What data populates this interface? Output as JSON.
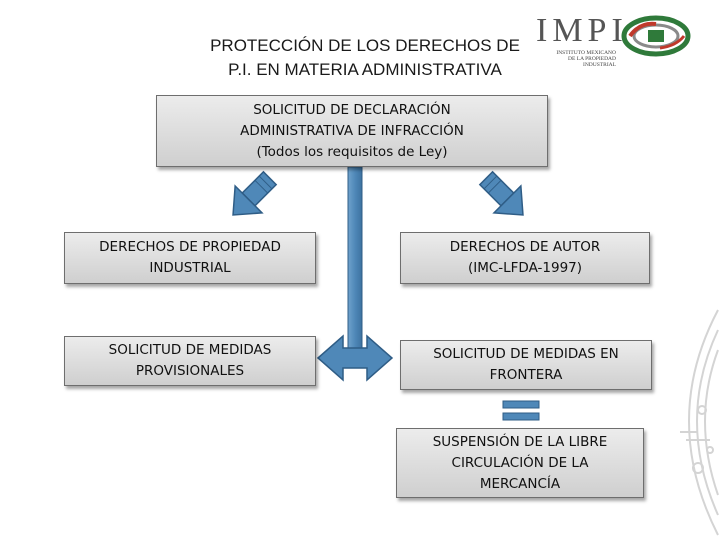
{
  "header": {
    "title_line1": "PROTECCIÓN DE LOS DERECHOS DE",
    "title_line2": "P.I. EN MATERIA ADMINISTRATIVA"
  },
  "logo": {
    "wordmark": "IMPI",
    "sub_line1": "INSTITUTO MEXICANO",
    "sub_line2": "DE LA PROPIEDAD",
    "sub_line3": "INDUSTRIAL"
  },
  "boxes": {
    "solicitud": {
      "line1": "SOLICITUD DE DECLARACIÓN",
      "line2": "ADMINISTRATIVA DE INFRACCIÓN",
      "line3": "(Todos los requisitos de Ley)"
    },
    "propiedad_industrial": {
      "line1": "DERECHOS DE PROPIEDAD",
      "line2": "INDUSTRIAL"
    },
    "derechos_autor": {
      "line1": "DERECHOS DE AUTOR",
      "line2": "(IMC-LFDA-1997)"
    },
    "medidas_provisionales": {
      "line1": "SOLICITUD DE MEDIDAS",
      "line2": "PROVISIONALES"
    },
    "medidas_frontera": {
      "line1": "SOLICITUD DE MEDIDAS EN",
      "line2": "FRONTERA"
    },
    "suspension": {
      "line1": "SUSPENSIÓN DE LA LIBRE",
      "line2": "CIRCULACIÓN DE LA",
      "line3": "MERCANCÍA"
    }
  },
  "colors": {
    "arrow_blue": "#4f88b8",
    "arrow_outline": "#2f5d86",
    "box_top": "#ececec",
    "box_bottom": "#cfcfcf",
    "logo_green": "#2f7a3a",
    "logo_red": "#c0392b"
  },
  "icons": {
    "left_diagonal_arrow": "down-left-arrow",
    "right_diagonal_arrow": "down-right-arrow",
    "double_headed_arrow": "left-right-arrow",
    "equals_sign": "equals-icon"
  }
}
